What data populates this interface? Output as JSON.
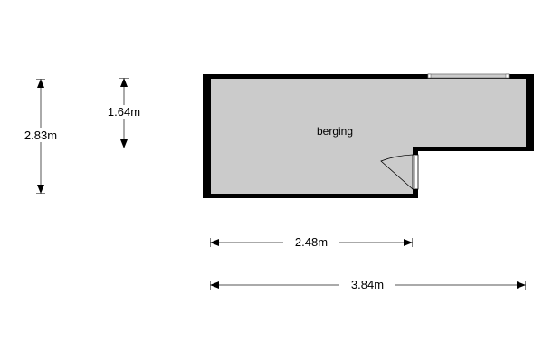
{
  "room": {
    "label": "berging"
  },
  "dimensions": {
    "vertical_total": "2.83m",
    "vertical_partial": "1.64m",
    "horizontal_partial": "2.48m",
    "horizontal_total": "3.84m"
  },
  "colors": {
    "floor": "#cbcbcb",
    "wall": "#000000",
    "dimension_line": "#555555"
  }
}
